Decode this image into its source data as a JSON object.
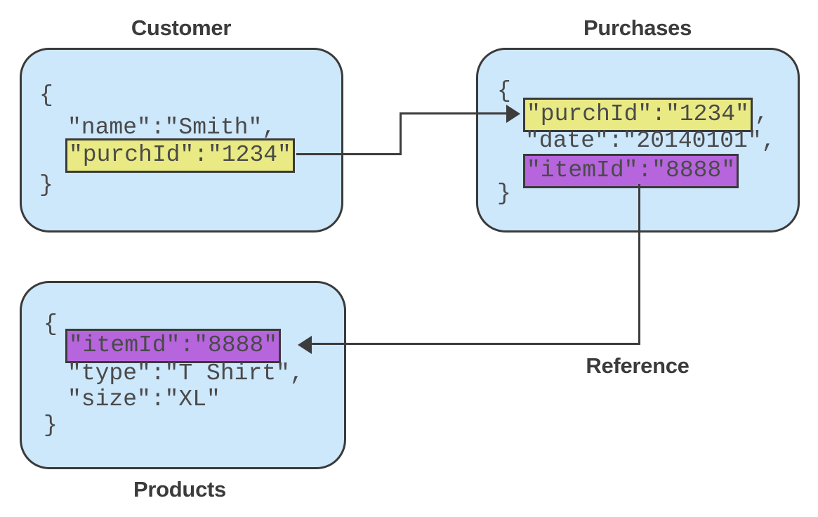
{
  "diagram": {
    "title_customer": "Customer",
    "title_purchases": "Purchases",
    "title_products": "Products",
    "label_reference": "Reference",
    "colors": {
      "card_fill": "#cde7fb",
      "card_border": "#3a3a3a",
      "highlight_yellow": "#e9ea84",
      "highlight_purple": "#b665dd",
      "text": "#4a4a4a",
      "title_text": "#3b3b3b",
      "connector": "#3c3c3c",
      "background": "#ffffff"
    }
  },
  "customer": {
    "open_brace": "{",
    "close_brace": "}",
    "line_name": "\"name\":\"Smith\",",
    "line_purch_id": "\"purchId\":\"1234\""
  },
  "purchases": {
    "open_brace": "{",
    "close_brace": "}",
    "line_purch_id": "\"purchId\":\"1234\"",
    "line_purch_id_comma": ",",
    "line_date": "\"date\":\"20140101\",",
    "line_item_id": "\"itemId\":\"8888\""
  },
  "products": {
    "open_brace": "{",
    "close_brace": "}",
    "line_item_id": "\"itemId\":\"8888\"",
    "line_type": "\"type\":\"T Shirt\",",
    "line_size": "\"size\":\"XL\""
  }
}
